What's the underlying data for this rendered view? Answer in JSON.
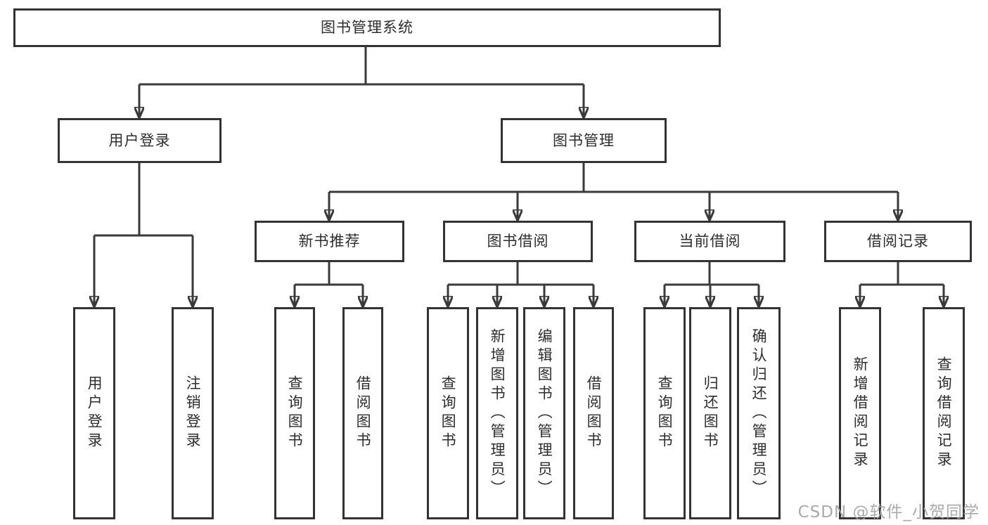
{
  "diagram": {
    "root": {
      "label": "图书管理系统"
    },
    "branches": [
      {
        "label": "用户登录",
        "children": [
          {
            "label": "用户登录"
          },
          {
            "label": "注销登录"
          }
        ]
      },
      {
        "label": "图书管理",
        "children": [
          {
            "label": "新书推荐",
            "children": [
              {
                "label": "查询图书"
              },
              {
                "label": "借阅图书"
              }
            ]
          },
          {
            "label": "图书借阅",
            "children": [
              {
                "label": "查询图书"
              },
              {
                "label": "新增图书（管理员）"
              },
              {
                "label": "编辑图书（管理员）"
              },
              {
                "label": "借阅图书"
              }
            ]
          },
          {
            "label": "当前借阅",
            "children": [
              {
                "label": "查询图书"
              },
              {
                "label": "归还图书"
              },
              {
                "label": "确认归还（管理员）"
              }
            ]
          },
          {
            "label": "借阅记录",
            "children": [
              {
                "label": "新增借阅记录"
              },
              {
                "label": "查询借阅记录"
              }
            ]
          }
        ]
      }
    ]
  },
  "watermark": {
    "text": "CSDN @软件_小贺同学"
  },
  "colors": {
    "line": "#3a3a3a",
    "box_border": "#333333",
    "text": "#2d2d2d",
    "background": "#ffffff",
    "watermark": "#a3a3a3"
  }
}
